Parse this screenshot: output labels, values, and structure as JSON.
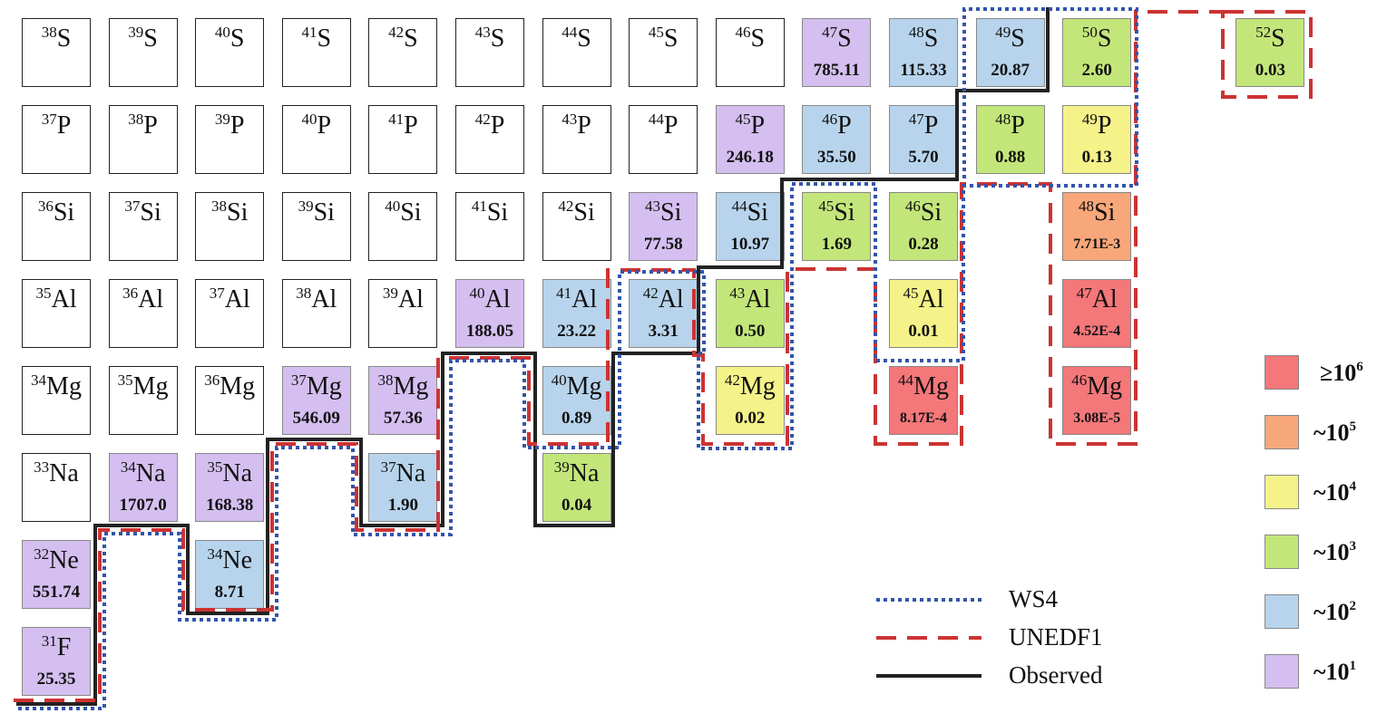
{
  "colors": {
    "ge1e6": "#f4777a",
    "e5": "#f8a77a",
    "e4": "#f5f28a",
    "e3": "#c3e67a",
    "e2": "#b7d4ec",
    "e1": "#d4bff0",
    "ws4": "#3355aa",
    "unedf1": "#cc3333",
    "observed": "#222222"
  },
  "nuclides": [
    {
      "a": "38",
      "el": "S",
      "v": "",
      "c": ""
    },
    {
      "a": "39",
      "el": "S",
      "v": "",
      "c": ""
    },
    {
      "a": "40",
      "el": "S",
      "v": "",
      "c": ""
    },
    {
      "a": "41",
      "el": "S",
      "v": "",
      "c": ""
    },
    {
      "a": "42",
      "el": "S",
      "v": "",
      "c": ""
    },
    {
      "a": "43",
      "el": "S",
      "v": "",
      "c": ""
    },
    {
      "a": "44",
      "el": "S",
      "v": "",
      "c": ""
    },
    {
      "a": "45",
      "el": "S",
      "v": "",
      "c": ""
    },
    {
      "a": "46",
      "el": "S",
      "v": "",
      "c": ""
    },
    {
      "a": "47",
      "el": "S",
      "v": "785.11",
      "c": "e1"
    },
    {
      "a": "48",
      "el": "S",
      "v": "115.33",
      "c": "e2"
    },
    {
      "a": "49",
      "el": "S",
      "v": "20.87",
      "c": "e2"
    },
    {
      "a": "50",
      "el": "S",
      "v": "2.60",
      "c": "e3"
    },
    {
      "a": "52",
      "el": "S",
      "v": "0.03",
      "c": "e3"
    },
    {
      "a": "37",
      "el": "P",
      "v": "",
      "c": ""
    },
    {
      "a": "38",
      "el": "P",
      "v": "",
      "c": ""
    },
    {
      "a": "39",
      "el": "P",
      "v": "",
      "c": ""
    },
    {
      "a": "40",
      "el": "P",
      "v": "",
      "c": ""
    },
    {
      "a": "41",
      "el": "P",
      "v": "",
      "c": ""
    },
    {
      "a": "42",
      "el": "P",
      "v": "",
      "c": ""
    },
    {
      "a": "43",
      "el": "P",
      "v": "",
      "c": ""
    },
    {
      "a": "44",
      "el": "P",
      "v": "",
      "c": ""
    },
    {
      "a": "45",
      "el": "P",
      "v": "246.18",
      "c": "e1"
    },
    {
      "a": "46",
      "el": "P",
      "v": "35.50",
      "c": "e2"
    },
    {
      "a": "47",
      "el": "P",
      "v": "5.70",
      "c": "e2"
    },
    {
      "a": "48",
      "el": "P",
      "v": "0.88",
      "c": "e3"
    },
    {
      "a": "49",
      "el": "P",
      "v": "0.13",
      "c": "e4"
    },
    {
      "a": "36",
      "el": "Si",
      "v": "",
      "c": ""
    },
    {
      "a": "37",
      "el": "Si",
      "v": "",
      "c": ""
    },
    {
      "a": "38",
      "el": "Si",
      "v": "",
      "c": ""
    },
    {
      "a": "39",
      "el": "Si",
      "v": "",
      "c": ""
    },
    {
      "a": "40",
      "el": "Si",
      "v": "",
      "c": ""
    },
    {
      "a": "41",
      "el": "Si",
      "v": "",
      "c": ""
    },
    {
      "a": "42",
      "el": "Si",
      "v": "",
      "c": ""
    },
    {
      "a": "43",
      "el": "Si",
      "v": "77.58",
      "c": "e1"
    },
    {
      "a": "44",
      "el": "Si",
      "v": "10.97",
      "c": "e2"
    },
    {
      "a": "45",
      "el": "Si",
      "v": "1.69",
      "c": "e3"
    },
    {
      "a": "46",
      "el": "Si",
      "v": "0.28",
      "c": "e3"
    },
    {
      "a": "48",
      "el": "Si",
      "v": "7.71E-3",
      "c": "e5"
    },
    {
      "a": "35",
      "el": "Al",
      "v": "",
      "c": ""
    },
    {
      "a": "36",
      "el": "Al",
      "v": "",
      "c": ""
    },
    {
      "a": "37",
      "el": "Al",
      "v": "",
      "c": ""
    },
    {
      "a": "38",
      "el": "Al",
      "v": "",
      "c": ""
    },
    {
      "a": "39",
      "el": "Al",
      "v": "",
      "c": ""
    },
    {
      "a": "40",
      "el": "Al",
      "v": "188.05",
      "c": "e1"
    },
    {
      "a": "41",
      "el": "Al",
      "v": "23.22",
      "c": "e2"
    },
    {
      "a": "42",
      "el": "Al",
      "v": "3.31",
      "c": "e2"
    },
    {
      "a": "43",
      "el": "Al",
      "v": "0.50",
      "c": "e3"
    },
    {
      "a": "45",
      "el": "Al",
      "v": "0.01",
      "c": "e4"
    },
    {
      "a": "47",
      "el": "Al",
      "v": "4.52E-4",
      "c": "ge1e6"
    },
    {
      "a": "34",
      "el": "Mg",
      "v": "",
      "c": ""
    },
    {
      "a": "35",
      "el": "Mg",
      "v": "",
      "c": ""
    },
    {
      "a": "36",
      "el": "Mg",
      "v": "",
      "c": ""
    },
    {
      "a": "37",
      "el": "Mg",
      "v": "546.09",
      "c": "e1"
    },
    {
      "a": "38",
      "el": "Mg",
      "v": "57.36",
      "c": "e1"
    },
    {
      "a": "40",
      "el": "Mg",
      "v": "0.89",
      "c": "e2"
    },
    {
      "a": "42",
      "el": "Mg",
      "v": "0.02",
      "c": "e4"
    },
    {
      "a": "44",
      "el": "Mg",
      "v": "8.17E-4",
      "c": "ge1e6"
    },
    {
      "a": "46",
      "el": "Mg",
      "v": "3.08E-5",
      "c": "ge1e6"
    },
    {
      "a": "33",
      "el": "Na",
      "v": "",
      "c": ""
    },
    {
      "a": "34",
      "el": "Na",
      "v": "1707.0",
      "c": "e1"
    },
    {
      "a": "35",
      "el": "Na",
      "v": "168.38",
      "c": "e1"
    },
    {
      "a": "37",
      "el": "Na",
      "v": "1.90",
      "c": "e2"
    },
    {
      "a": "39",
      "el": "Na",
      "v": "0.04",
      "c": "e3"
    },
    {
      "a": "32",
      "el": "Ne",
      "v": "551.74",
      "c": "e1"
    },
    {
      "a": "34",
      "el": "Ne",
      "v": "8.71",
      "c": "e2"
    },
    {
      "a": "31",
      "el": "F",
      "v": "25.35",
      "c": "e1"
    }
  ],
  "legend": {
    "ws4": "WS4",
    "unedf1": "UNEDF1",
    "observed": "Observed"
  },
  "scale": [
    {
      "label": "≥10",
      "exp": "6",
      "c": "ge1e6"
    },
    {
      "label": "~10",
      "exp": "5",
      "c": "e5"
    },
    {
      "label": "~10",
      "exp": "4",
      "c": "e4"
    },
    {
      "label": "~10",
      "exp": "3",
      "c": "e3"
    },
    {
      "label": "~10",
      "exp": "2",
      "c": "e2"
    },
    {
      "label": "~10",
      "exp": "1",
      "c": "e1"
    }
  ]
}
